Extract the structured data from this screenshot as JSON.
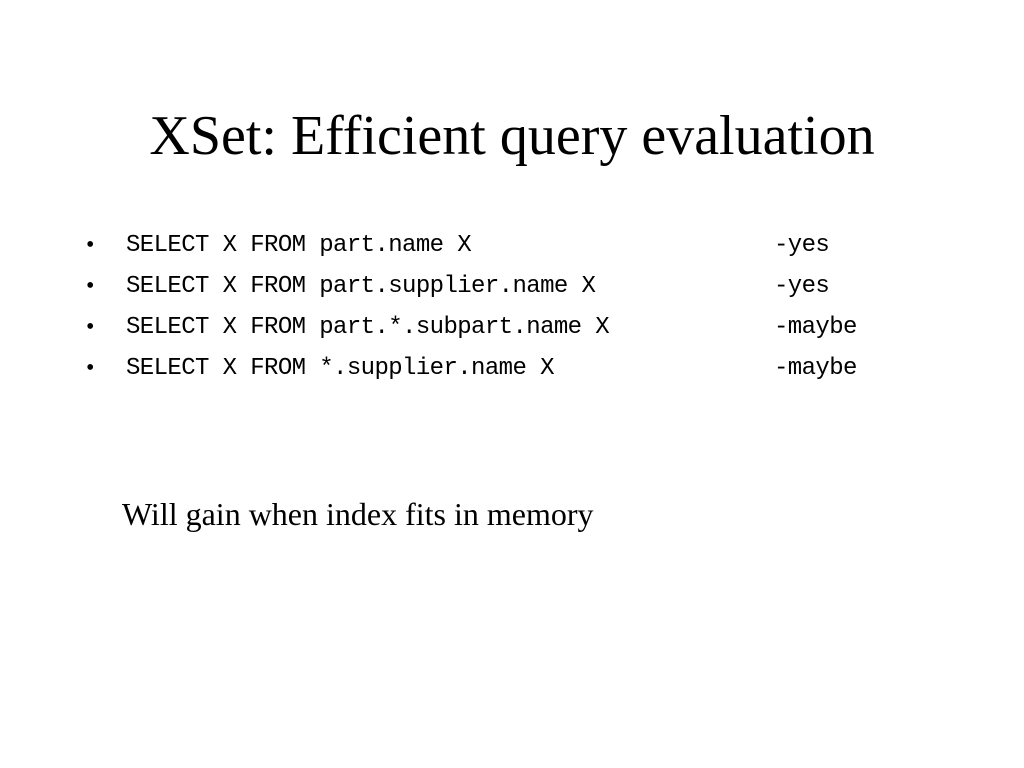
{
  "slide": {
    "title": "XSet: Efficient query evaluation",
    "bullet_symbol": "•",
    "items": [
      {
        "query": "SELECT X FROM part.name X",
        "result": "-yes"
      },
      {
        "query": "SELECT X FROM part.supplier.name X",
        "result": "-yes"
      },
      {
        "query": "SELECT X FROM part.*.subpart.name X",
        "result": "-maybe"
      },
      {
        "query": "SELECT X FROM *.supplier.name X",
        "result": "-maybe"
      }
    ],
    "note": "Will gain when index fits in memory"
  }
}
